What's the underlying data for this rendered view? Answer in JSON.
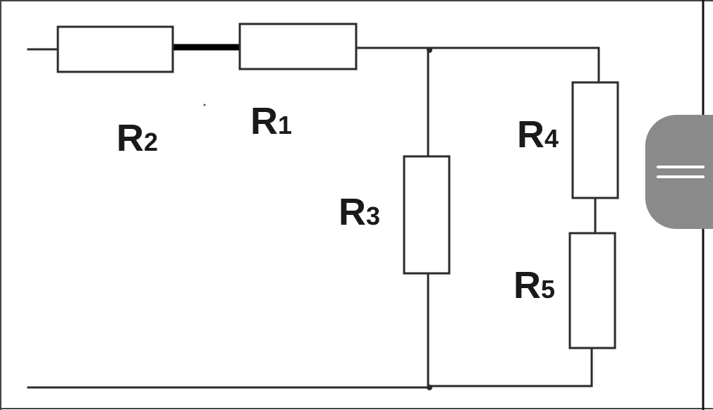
{
  "diagram": {
    "resistors": [
      {
        "id": "R2",
        "letter": "R",
        "index": "2"
      },
      {
        "id": "R1",
        "letter": "R",
        "index": "1"
      },
      {
        "id": "R3",
        "letter": "R",
        "index": "3"
      },
      {
        "id": "R4",
        "letter": "R",
        "index": "4"
      },
      {
        "id": "R5",
        "letter": "R",
        "index": "5"
      }
    ]
  },
  "colors": {
    "wire": "#2b2b2b",
    "handle": "#8a8a8a"
  },
  "icons": {
    "handle": "drag-handle-icon"
  }
}
